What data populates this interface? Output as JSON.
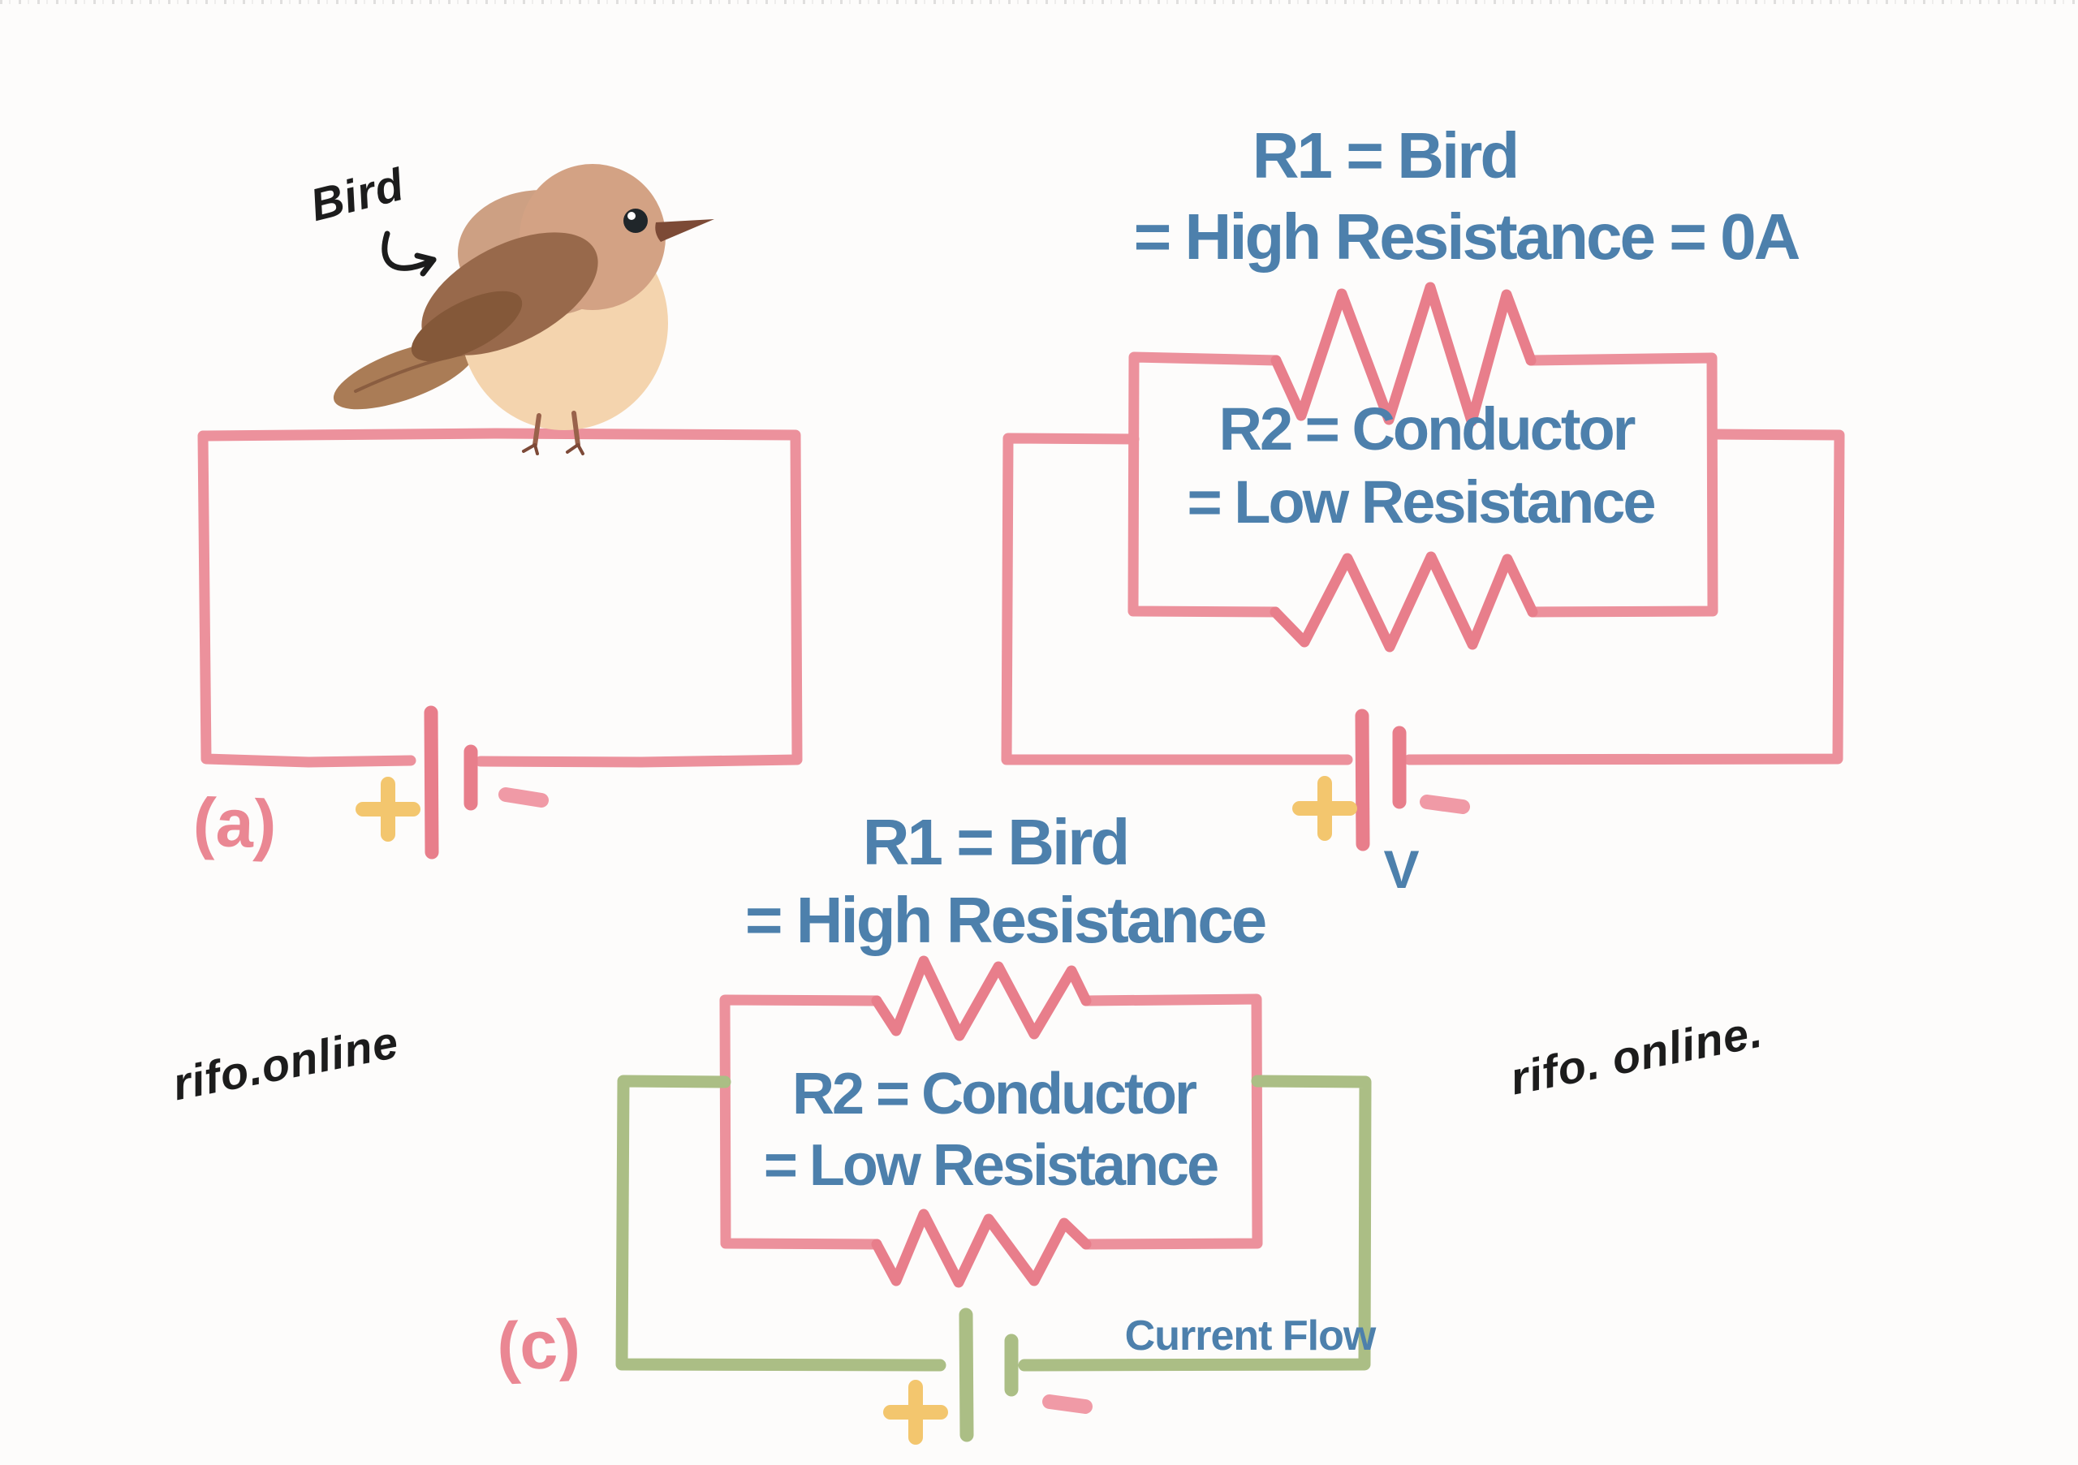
{
  "figure": {
    "bird_annotation": "Bird",
    "panel_a_label": "(a)",
    "panel_c_label": "(c)",
    "circuit_b": {
      "title_line1": "R1 = Bird",
      "title_line2": "= High Resistance = 0A",
      "resistor2_line1": "R2 = Conductor",
      "resistor2_line2": "= Low Resistance",
      "battery_label": "V"
    },
    "circuit_c": {
      "title_line1": "R1 = Bird",
      "title_line2": "= High Resistance",
      "resistor2_line1": "R2 = Conductor",
      "resistor2_line2": "= Low Resistance",
      "current_flow_label": "Current Flow"
    },
    "battery_terminals": {
      "positive": "+",
      "negative": "−"
    },
    "watermark_left": "rifo.online",
    "watermark_right": "rifo. online.",
    "colors": {
      "wire_pink": "#ec919c",
      "resistor_pink": "#e87e8b",
      "wire_green": "#abbe85",
      "text_blue": "#4d80ac",
      "plus_yellow": "#f3c66e",
      "minus_pink": "#f09aa6",
      "label_pink": "#ea8793",
      "ink_black": "#1c1c1c"
    }
  }
}
